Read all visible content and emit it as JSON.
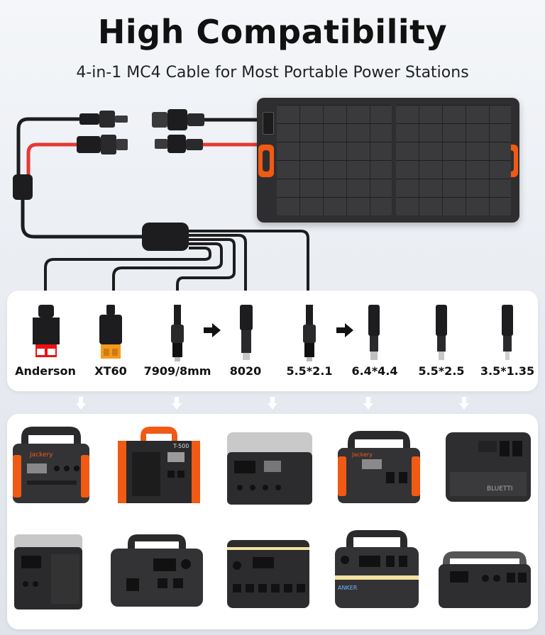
{
  "header": {
    "title": "High Compatibility",
    "subtitle": "4-in-1 MC4 Cable for Most Portable Power Stations"
  },
  "connectors": [
    {
      "label": "Anderson",
      "icon": "anderson-connector-icon"
    },
    {
      "label": "XT60",
      "icon": "xt60-connector-icon"
    },
    {
      "label": "7909/8mm",
      "icon": "7909-8mm-connector-icon"
    },
    {
      "label": "8020",
      "icon": "8020-adapter-icon"
    },
    {
      "label": "5.5*2.1",
      "icon": "5521-connector-icon"
    },
    {
      "label": "6.4*4.4",
      "icon": "6444-adapter-icon"
    },
    {
      "label": "5.5*2.5",
      "icon": "5525-adapter-icon"
    },
    {
      "label": "3.5*1.35",
      "icon": "35135-adapter-icon"
    }
  ],
  "stations": [
    {
      "brand_text": "Jackery",
      "icon": "jackery-explorer-station-icon"
    },
    {
      "brand_text": "T-500",
      "icon": "t500-station-icon"
    },
    {
      "brand_text": "",
      "icon": "ecoflow-river-station-icon"
    },
    {
      "brand_text": "Jackery",
      "icon": "jackery-explorer-300-station-icon"
    },
    {
      "brand_text": "BLUETTI",
      "icon": "bluetti-station-icon"
    },
    {
      "brand_text": "",
      "icon": "ecoflow-delta-station-icon"
    },
    {
      "brand_text": "",
      "icon": "bluetti-eb-station-icon"
    },
    {
      "brand_text": "",
      "icon": "anker-solix-station-icon"
    },
    {
      "brand_text": "ANKER",
      "icon": "anker-535-station-icon"
    },
    {
      "brand_text": "",
      "icon": "ecoflow-river-pro-station-icon"
    }
  ],
  "colors": {
    "accent": "#f05a14",
    "cable": "#1d1d1f",
    "red_cable": "#e53935",
    "panel": "#2e2e30"
  }
}
